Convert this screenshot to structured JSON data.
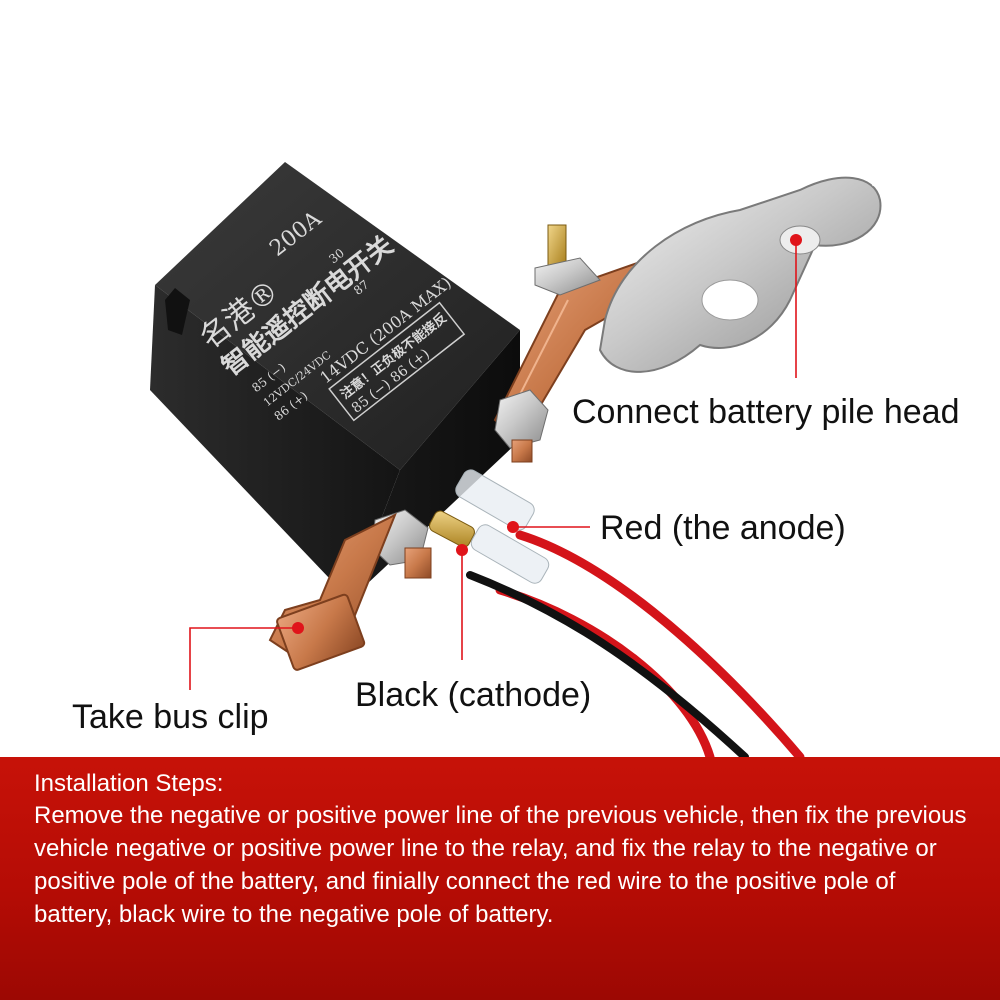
{
  "callouts": {
    "battery_pile_head": "Connect battery pile head",
    "red_anode": "Red (the anode)",
    "black_cathode": "Black (cathode)",
    "bus_clip": "Take bus clip"
  },
  "relay": {
    "brand": "名港®",
    "name": "智能遥控断电开关",
    "rating": "200A",
    "pin_30": "30",
    "pin_87": "87",
    "pin_85_neg": "85 (−)",
    "voltage_range": "12VDC/24VDC",
    "pin_86_pos": "86 (+)",
    "voltage_rating": "14VDC (200A MAX)",
    "warning": "注意！正负极不能接反",
    "pins_bottom": "85 (−)    86 (+)"
  },
  "instructions": {
    "title": "Installation Steps:",
    "body": "Remove the negative or positive power line of the previous vehicle, then fix the previous vehicle negative or positive power line to the relay, and fix the relay to the negative or positive pole of the battery, and finially connect the red wire to the positive pole of battery, black wire to the negative pole of battery."
  },
  "colors": {
    "banner_red": "#b50c05",
    "marker_red": "#e0141a",
    "relay_body": "#1e1e1e",
    "copper": "#c8794a",
    "red_wire": "#d4141a",
    "black_wire": "#111111"
  }
}
